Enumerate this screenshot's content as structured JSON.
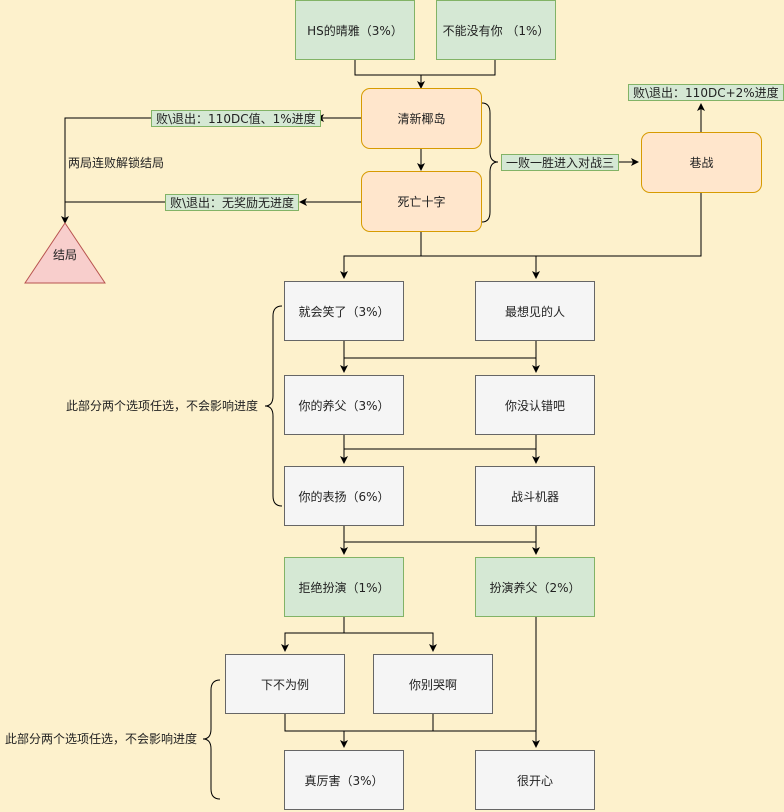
{
  "nodes": {
    "hs": "HS的晴雅（3%）",
    "bunengmeiyouni": "不能没有你 （1%）",
    "qingxin": "清新椰岛",
    "siwang": "死亡十字",
    "xiangzhan": "巷战",
    "jieju": "结局",
    "jiuhui": "就会笑了（3%）",
    "zuixiang": "最想见的人",
    "yangfu": "你的养父（3%）",
    "meirencuo": "你没认错吧",
    "biaoyang": "你的表扬（6%）",
    "zhandou": "战斗机器",
    "jujue": "拒绝扮演（1%）",
    "banyan": "扮演养父（2%）",
    "xiabu": "下不为例",
    "biekule": "你别哭啊",
    "zhenlihai": "真厉害（3%）",
    "henkaixin": "很开心"
  },
  "labels": {
    "exit1": "败\\退出：110DC值、1%进度",
    "exit2": "败\\退出：无奖励无进度",
    "exit3": "败\\退出：110DC+2%进度",
    "yibai": "一败一胜进入对战三",
    "lianbai": "两局连败解锁结局",
    "note1": "此部分两个选项任选，不会影响进度",
    "note2": "此部分两个选项任选，不会影响进度"
  },
  "colors": {
    "green_fill": "#d5e8d4",
    "gray_fill": "#f5f5f5",
    "orange_fill": "#ffe6cc",
    "end_fill": "#f8cecc",
    "background": "#fdf1cc",
    "edge": "#000000"
  }
}
